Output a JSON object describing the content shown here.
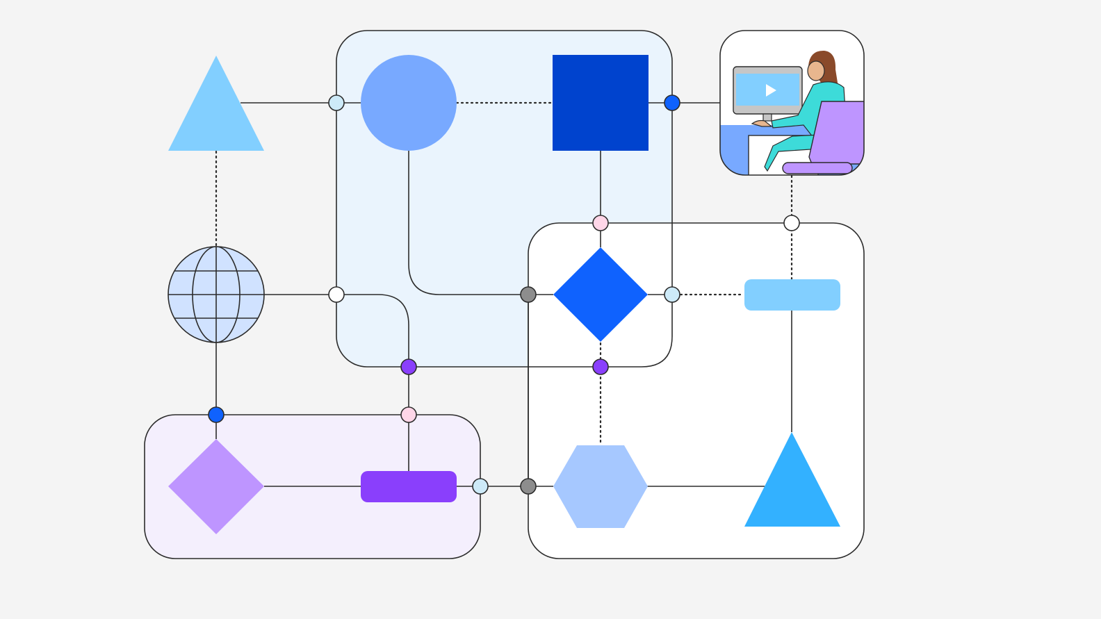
{
  "colors": {
    "background": "#f4f4f4",
    "line": "#2b2b2b",
    "panel_blue": "#eaf4fd",
    "panel_purple": "#f4effd",
    "panel_white": "#ffffff",
    "light_blue": "#82cfff",
    "sky_blue": "#33b1ff",
    "periwinkle": "#78a9ff",
    "royal_blue": "#0043ce",
    "bright_blue": "#0f62fe",
    "pale_blue": "#a6c8ff",
    "lavender": "#be95ff",
    "violet": "#8a3ffc",
    "node_light_blue": "#cdeaf8",
    "node_pink": "#ffd6e8",
    "node_gray": "#8d8d8d",
    "node_white": "#ffffff",
    "globe_fill": "#d0e2ff",
    "teal": "#3ddbd9",
    "skin": "#e8b68e",
    "hair": "#8a4a2a",
    "monitor_frame": "#c6c6c6",
    "screen": "#78a9ff"
  },
  "panels": [
    {
      "id": "top-center-panel",
      "fill": "panel_blue"
    },
    {
      "id": "bottom-left-panel",
      "fill": "panel_purple"
    },
    {
      "id": "right-panel",
      "fill": "panel_white"
    },
    {
      "id": "illustration-panel",
      "fill": "panel_white"
    }
  ],
  "shapes": [
    {
      "id": "triangle-top-left",
      "shape": "triangle",
      "fill": "light_blue"
    },
    {
      "id": "circle-top",
      "shape": "circle",
      "fill": "periwinkle"
    },
    {
      "id": "square-top",
      "shape": "square",
      "fill": "royal_blue"
    },
    {
      "id": "globe",
      "shape": "globe-icon",
      "fill": "globe_fill"
    },
    {
      "id": "diamond-center",
      "shape": "diamond",
      "fill": "bright_blue"
    },
    {
      "id": "pill-right",
      "shape": "pill",
      "fill": "light_blue"
    },
    {
      "id": "diamond-bottom-left",
      "shape": "diamond",
      "fill": "lavender"
    },
    {
      "id": "pill-bottom",
      "shape": "pill",
      "fill": "violet"
    },
    {
      "id": "hexagon-bottom",
      "shape": "hexagon",
      "fill": "pale_blue"
    },
    {
      "id": "triangle-bottom-right",
      "shape": "triangle",
      "fill": "sky_blue"
    }
  ],
  "illustration": {
    "subject": "person-at-computer",
    "screen_icon": "play-icon"
  }
}
